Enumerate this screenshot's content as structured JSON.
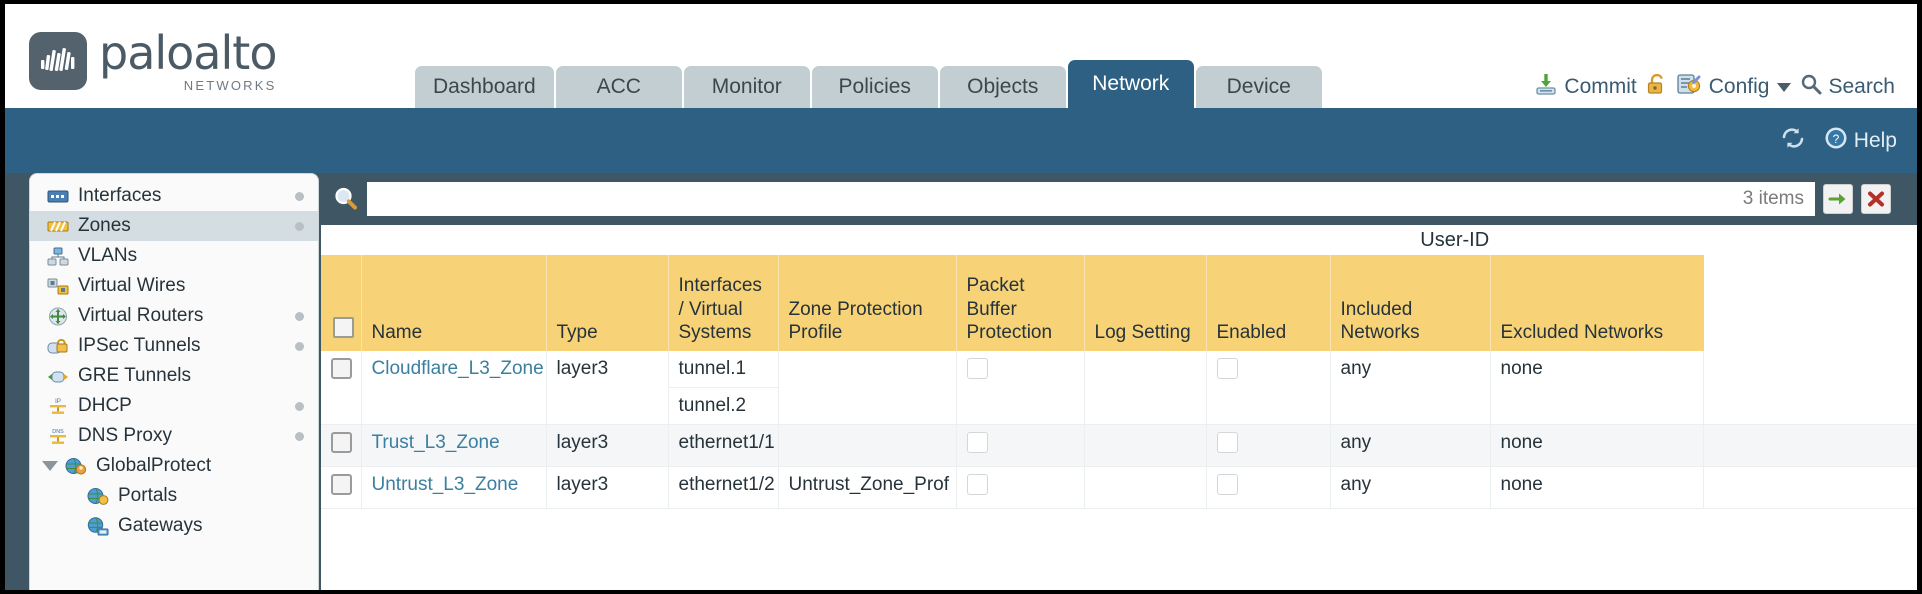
{
  "brand": {
    "name": "paloalto",
    "tagline": "NETWORKS",
    "mark": "wave-logo-icon"
  },
  "nav": {
    "tabs": [
      {
        "label": "Dashboard",
        "active": false
      },
      {
        "label": "ACC",
        "active": false
      },
      {
        "label": "Monitor",
        "active": false
      },
      {
        "label": "Policies",
        "active": false
      },
      {
        "label": "Objects",
        "active": false
      },
      {
        "label": "Network",
        "active": true
      },
      {
        "label": "Device",
        "active": false
      }
    ]
  },
  "topactions": {
    "commit": "Commit",
    "lock": "",
    "config": "Config",
    "search": "Search"
  },
  "bluebar": {
    "help": "Help"
  },
  "sidebar": {
    "items": [
      {
        "label": "Interfaces",
        "icon": "interfaces-icon",
        "selected": false,
        "dot": true,
        "child": false,
        "expandable": false
      },
      {
        "label": "Zones",
        "icon": "zones-icon",
        "selected": true,
        "dot": true,
        "child": false,
        "expandable": false
      },
      {
        "label": "VLANs",
        "icon": "vlans-icon",
        "selected": false,
        "dot": false,
        "child": false,
        "expandable": false
      },
      {
        "label": "Virtual Wires",
        "icon": "virtual-wires-icon",
        "selected": false,
        "dot": false,
        "child": false,
        "expandable": false
      },
      {
        "label": "Virtual Routers",
        "icon": "virtual-routers-icon",
        "selected": false,
        "dot": true,
        "child": false,
        "expandable": false
      },
      {
        "label": "IPSec Tunnels",
        "icon": "ipsec-tunnels-icon",
        "selected": false,
        "dot": true,
        "child": false,
        "expandable": false
      },
      {
        "label": "GRE Tunnels",
        "icon": "gre-tunnels-icon",
        "selected": false,
        "dot": false,
        "child": false,
        "expandable": false
      },
      {
        "label": "DHCP",
        "icon": "dhcp-icon",
        "selected": false,
        "dot": true,
        "child": false,
        "expandable": false
      },
      {
        "label": "DNS Proxy",
        "icon": "dns-proxy-icon",
        "selected": false,
        "dot": true,
        "child": false,
        "expandable": false
      },
      {
        "label": "GlobalProtect",
        "icon": "globalprotect-icon",
        "selected": false,
        "dot": false,
        "child": false,
        "expandable": true
      },
      {
        "label": "Portals",
        "icon": "portals-icon",
        "selected": false,
        "dot": false,
        "child": true,
        "expandable": false
      },
      {
        "label": "Gateways",
        "icon": "gateways-icon",
        "selected": false,
        "dot": false,
        "child": true,
        "expandable": false
      }
    ]
  },
  "search": {
    "value": "",
    "placeholder": "",
    "items_count": "3 items",
    "apply_icon": "apply-filter-arrow-icon",
    "clear_icon": "clear-filter-close-icon",
    "magnifier_icon": "search-icon"
  },
  "table": {
    "group_header": {
      "label": "User-ID",
      "span": 3
    },
    "columns": [
      "Name",
      "Type",
      "Interfaces / Virtual Systems",
      "Zone Protection Profile",
      "Packet Buffer Protection",
      "Log Setting",
      "Enabled",
      "Included Networks",
      "Excluded Networks"
    ],
    "rows": [
      {
        "name": "Cloudflare_L3_Zone",
        "type": "layer3",
        "interfaces": [
          "tunnel.1",
          "tunnel.2"
        ],
        "zone_protection_profile": "",
        "packet_buffer_protection": false,
        "log_setting": "",
        "userid_enabled": false,
        "included_networks": "any",
        "excluded_networks": "none",
        "alt": false
      },
      {
        "name": "Trust_L3_Zone",
        "type": "layer3",
        "interfaces": [
          "ethernet1/1"
        ],
        "zone_protection_profile": "",
        "packet_buffer_protection": false,
        "log_setting": "",
        "userid_enabled": false,
        "included_networks": "any",
        "excluded_networks": "none",
        "alt": true
      },
      {
        "name": "Untrust_L3_Zone",
        "type": "layer3",
        "interfaces": [
          "ethernet1/2"
        ],
        "zone_protection_profile": "Untrust_Zone_Prof",
        "packet_buffer_protection": false,
        "log_setting": "",
        "userid_enabled": false,
        "included_networks": "any",
        "excluded_networks": "none",
        "alt": false
      }
    ]
  },
  "colors": {
    "brand_blue": "#2e6083",
    "header_amber": "#f7d277",
    "group_amber": "#dfaf45",
    "link_teal": "#3b7fa0",
    "body_slate": "#3f5765"
  }
}
